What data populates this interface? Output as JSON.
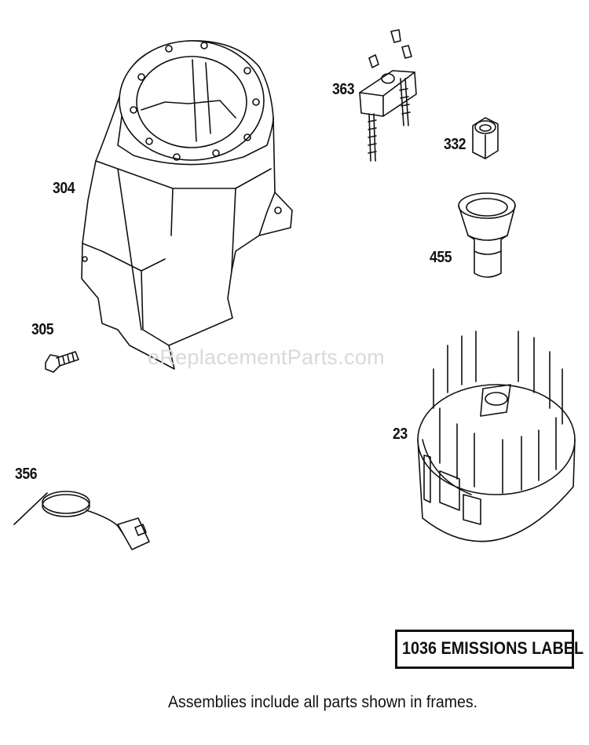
{
  "watermark": "eReplacementParts.com",
  "parts": [
    {
      "id": "304",
      "name": "blower-housing"
    },
    {
      "id": "305",
      "name": "screw"
    },
    {
      "id": "356",
      "name": "ground-wire"
    },
    {
      "id": "363",
      "name": "carburetor-bracket"
    },
    {
      "id": "332",
      "name": "nut"
    },
    {
      "id": "455",
      "name": "cup"
    },
    {
      "id": "23",
      "name": "flywheel"
    }
  ],
  "frame": {
    "label": "1036 EMISSIONS LABEL"
  },
  "footnote": "Assemblies include all parts shown in frames."
}
